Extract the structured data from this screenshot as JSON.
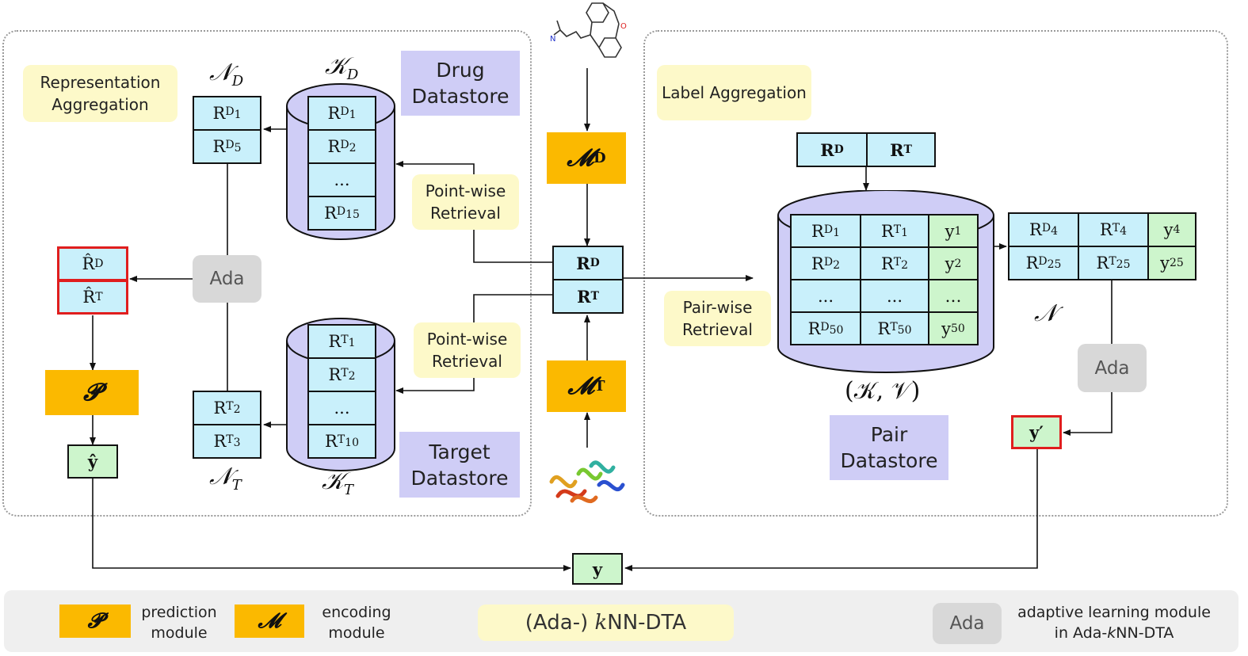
{
  "notes": {
    "representation_aggregation": "Representation Aggregation",
    "label_aggregation": "Label Aggregation",
    "point_wise_retrieval_top": "Point-wise Retrieval",
    "point_wise_retrieval_bottom": "Point-wise Retrieval",
    "pair_wise_retrieval": "Pair-wise Retrieval"
  },
  "datastores": {
    "drug": "Drug Datastore",
    "target": "Target Datastore",
    "pair": "Pair Datastore"
  },
  "symbols": {
    "N_D": "𝒩",
    "N_D_sub": "D",
    "K_D": "𝒦",
    "K_D_sub": "D",
    "N_T": "𝒩",
    "N_T_sub": "T",
    "K_T": "𝒦",
    "K_T_sub": "T",
    "N": "𝒩",
    "KV": "(𝒦, 𝒱)",
    "M": "𝓜",
    "M_D_sub": "D",
    "M_T_sub": "T",
    "P": "𝓟"
  },
  "cells": {
    "R": "R",
    "D": "D",
    "T": "T",
    "nd": [
      {
        "sub": "D",
        "idx": "1"
      },
      {
        "sub": "D",
        "idx": "5"
      }
    ],
    "kd": [
      {
        "sub": "D",
        "idx": "1"
      },
      {
        "sub": "D",
        "idx": "2"
      },
      {
        "text": "..."
      },
      {
        "sub": "D",
        "idx": "15"
      }
    ],
    "nt": [
      {
        "sub": "T",
        "idx": "2"
      },
      {
        "sub": "T",
        "idx": "3"
      }
    ],
    "kt": [
      {
        "sub": "T",
        "idx": "1"
      },
      {
        "sub": "T",
        "idx": "2"
      },
      {
        "text": "..."
      },
      {
        "sub": "T",
        "idx": "10"
      }
    ],
    "rhat_d": "R̂",
    "rhat_t": "R̂",
    "yhat": "ŷ",
    "y": "y",
    "yprime": "y′",
    "pair_rows": [
      {
        "d": "1",
        "t": "1",
        "y": "1"
      },
      {
        "d": "2",
        "t": "2",
        "y": "2"
      },
      {
        "d": "...",
        "t": "...",
        "y": "…"
      },
      {
        "d": "50",
        "t": "50",
        "y": "50"
      }
    ],
    "neighbor_rows": [
      {
        "d": "4",
        "t": "4",
        "y": "4"
      },
      {
        "d": "25",
        "t": "25",
        "y": "25"
      }
    ]
  },
  "ada_label": "Ada",
  "legend": {
    "p_symbol": "𝓟",
    "p_text": "prediction module",
    "m_symbol": "𝓜",
    "m_text": "encoding module",
    "method_prefix": "(Ada-) ",
    "method_k": "k",
    "method_suffix": "NN-DTA",
    "ada": "Ada",
    "ada_text_1": "adaptive learning module",
    "ada_text_2_prefix": "in Ada-",
    "ada_text_2_k": "k",
    "ada_text_2_suffix": "NN-DTA"
  },
  "colors": {
    "yellow_note": "#fdf9c9",
    "purple_store": "#cfcdf6",
    "orange_module": "#fbb900",
    "cyan_cell": "#c9f0fb",
    "green_cell": "#cdf5cc",
    "ada_gray": "#d8d8d8",
    "highlight_red": "#e01e1e"
  }
}
